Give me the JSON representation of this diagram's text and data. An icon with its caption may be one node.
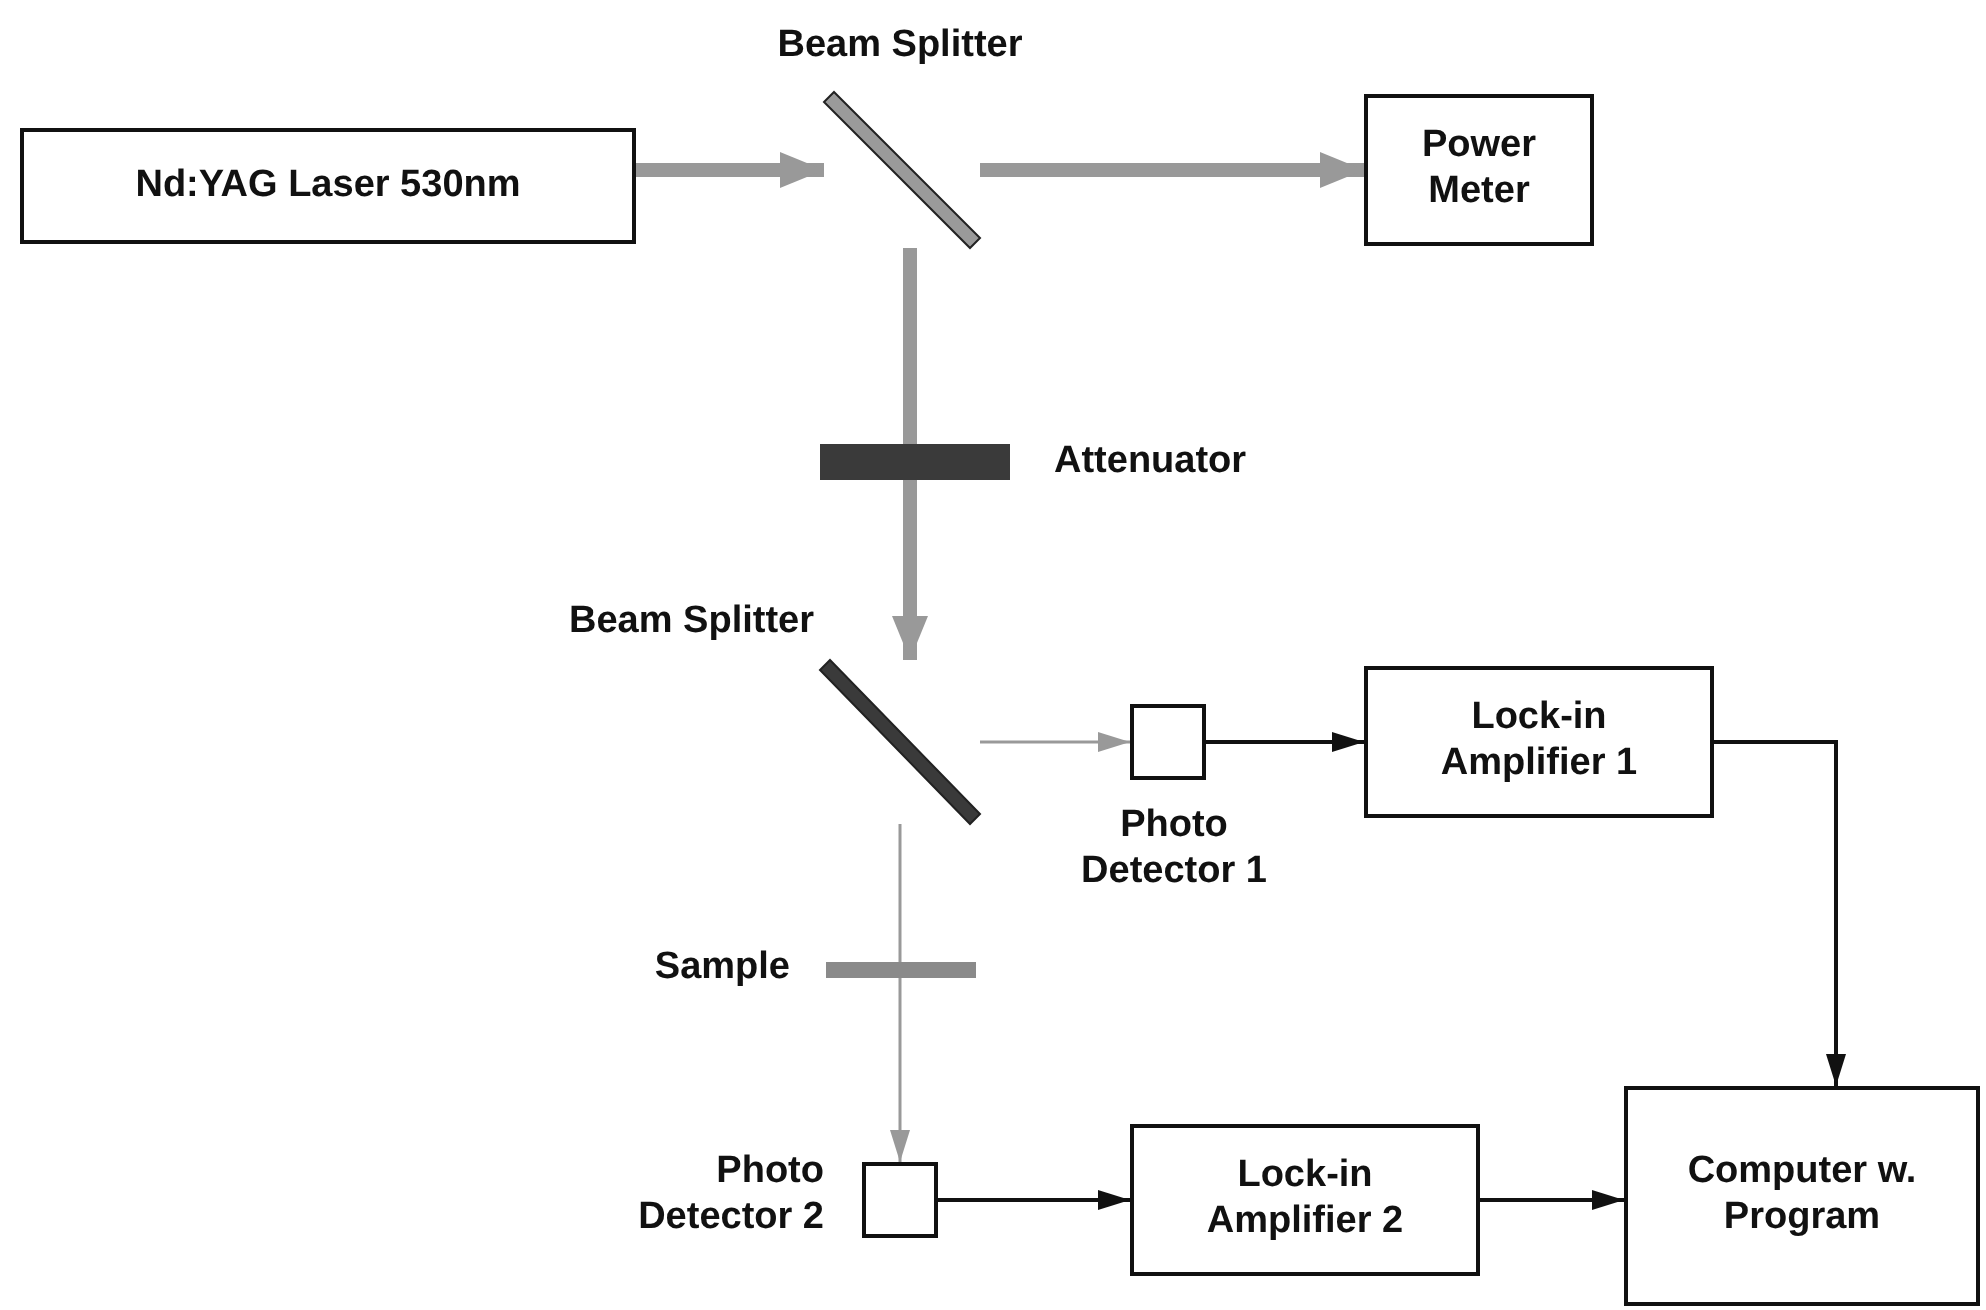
{
  "diagram": {
    "nodes": [
      {
        "text": [
          "Nd:YAG Laser 530nm"
        ]
      },
      {
        "text": [],
        "shape": "bar",
        "beside": [
          "Beam Splitter"
        ]
      },
      {
        "text": [
          "Power Meter"
        ]
      },
      {
        "text": [],
        "shape": "bar",
        "beside": [
          "Attenuator"
        ]
      },
      {
        "text": [],
        "shape": "bar",
        "beside": [
          "Beam Splitter"
        ]
      },
      {
        "text": [],
        "shape": "box",
        "beside": [
          "Photo Detector 1"
        ]
      },
      {
        "text": [
          "Lock-in Amplifier 1"
        ]
      },
      {
        "text": [],
        "shape": "bar",
        "beside": [
          "Sample"
        ]
      },
      {
        "text": [],
        "shape": "box",
        "beside": [
          "Photo Detector 2"
        ]
      },
      {
        "text": [
          "Lock-in Amplifier 2"
        ]
      },
      {
        "text": [
          "Computer w. Program"
        ]
      }
    ],
    "edges": [
      {
        "from": 0,
        "to": 1,
        "arrow": "to",
        "style": "thick",
        "color": "#999999"
      },
      {
        "from": 1,
        "to": 2,
        "arrow": "to",
        "style": "thick",
        "color": "#999999"
      },
      {
        "from": 1,
        "to": 3,
        "arrow": "none",
        "style": "thick",
        "color": "#999999"
      },
      {
        "from": 3,
        "to": 4,
        "arrow": "to",
        "style": "thick",
        "color": "#999999"
      },
      {
        "from": 4,
        "to": 5,
        "arrow": "to",
        "color": "#999999"
      },
      {
        "from": 4,
        "to": 7,
        "arrow": "none",
        "color": "#999999"
      },
      {
        "from": 7,
        "to": 8,
        "arrow": "to",
        "color": "#999999"
      },
      {
        "from": 5,
        "to": 6,
        "arrow": "to",
        "color": "#111111"
      },
      {
        "from": 8,
        "to": 9,
        "arrow": "to",
        "color": "#111111"
      },
      {
        "from": 9,
        "to": 10,
        "arrow": "to",
        "color": "#111111"
      },
      {
        "from": 6,
        "to": 10,
        "arrow": "to",
        "color": "#111111"
      }
    ]
  }
}
